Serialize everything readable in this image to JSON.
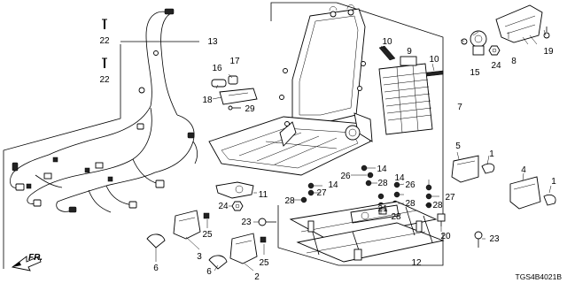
{
  "diagram": {
    "drawing_code": "TGS4B4021B",
    "front_marker": "FR.",
    "callouts": [
      "22",
      "22",
      "13",
      "16",
      "17",
      "18",
      "29",
      "10",
      "9",
      "10",
      "7",
      "15",
      "24",
      "8",
      "19",
      "5",
      "1",
      "4",
      "1",
      "14",
      "26",
      "28",
      "14",
      "27",
      "26",
      "28",
      "14",
      "27",
      "28",
      "21",
      "28",
      "28",
      "11",
      "24",
      "23",
      "25",
      "3",
      "6",
      "2",
      "25",
      "6",
      "20",
      "23",
      "12"
    ]
  }
}
